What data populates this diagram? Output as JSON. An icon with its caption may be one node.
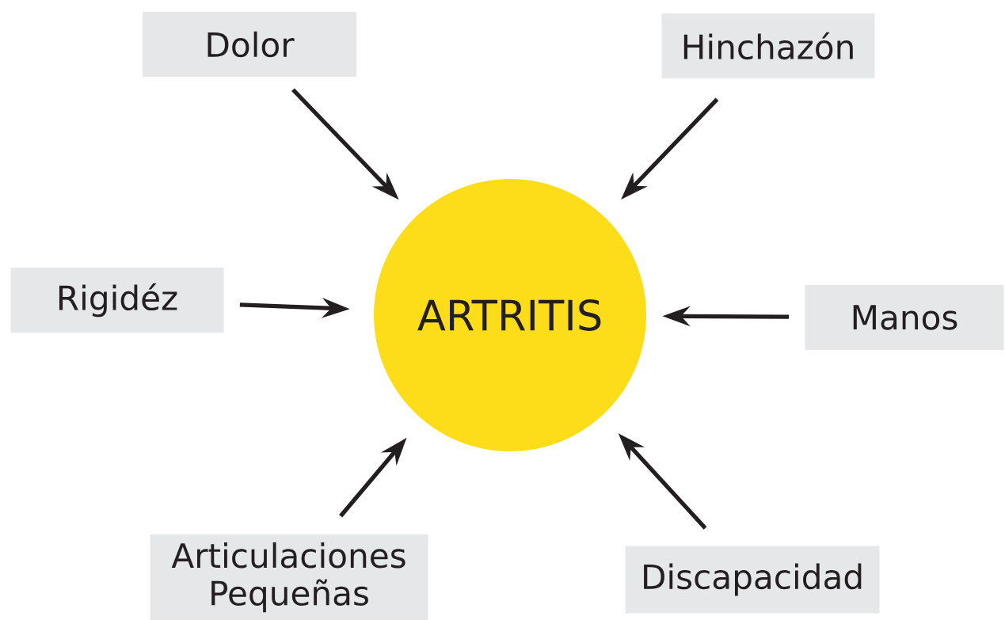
{
  "diagram": {
    "nodes": [
      {
        "text": [
          "Dolor"
        ]
      },
      {
        "text": [
          "Hinchazón"
        ]
      },
      {
        "text": [
          "Rigidéz"
        ]
      },
      {
        "text": [
          "ARTRITIS"
        ]
      },
      {
        "text": [
          "Manos"
        ]
      },
      {
        "text": [
          "Articulaciones Pequeñas"
        ]
      },
      {
        "text": [
          "Discapacidad"
        ]
      }
    ],
    "edges": [
      {
        "from": 0,
        "to": 3,
        "arrow": "to"
      },
      {
        "from": 1,
        "to": 3,
        "arrow": "to"
      },
      {
        "from": 2,
        "to": 3,
        "arrow": "to"
      },
      {
        "from": 4,
        "to": 3,
        "arrow": "to"
      },
      {
        "from": 5,
        "to": 3,
        "arrow": "to"
      },
      {
        "from": 6,
        "to": 3,
        "arrow": "to"
      }
    ]
  }
}
